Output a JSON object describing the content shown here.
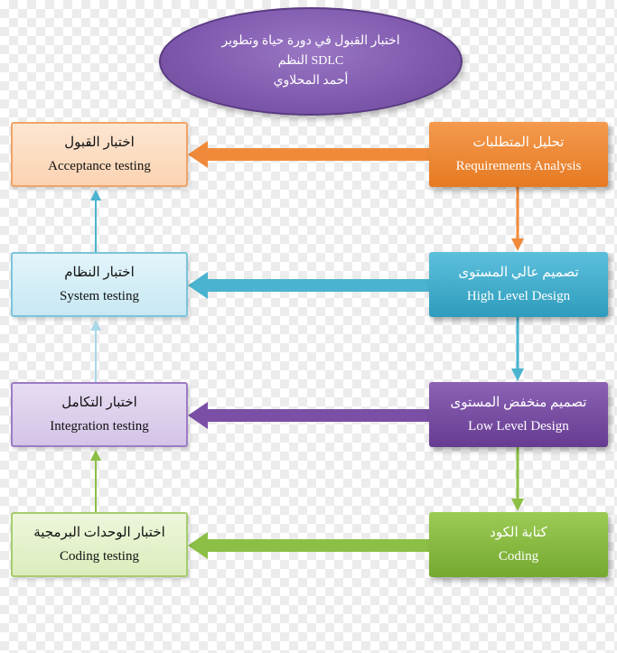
{
  "title": {
    "line1": "اختبار القبول في دورة حياة وتطوير",
    "line2": "SDLC النظم",
    "line3": "أحمد المحلاوي"
  },
  "phases": [
    {
      "arabic": "تحليل المتطلبات",
      "english": "Requirements Analysis"
    },
    {
      "arabic": "تصميم عالي المستوى",
      "english": "High Level Design"
    },
    {
      "arabic": "تصميم منخفض المستوى",
      "english": "Low Level Design"
    },
    {
      "arabic": "كتابة الكود",
      "english": "Coding"
    }
  ],
  "tests": [
    {
      "arabic": "اختبار القبول",
      "english": "Acceptance testing"
    },
    {
      "arabic": "اختبار النظام",
      "english": "System testing"
    },
    {
      "arabic": "اختبار التكامل",
      "english": "Integration testing"
    },
    {
      "arabic": "اختبار الوحدات البرمجية",
      "english": "Coding testing"
    }
  ],
  "colors": {
    "orange": "#f08a3a",
    "teal": "#4ab3cf",
    "purple": "#7a4fa5",
    "green": "#8cbf45"
  }
}
